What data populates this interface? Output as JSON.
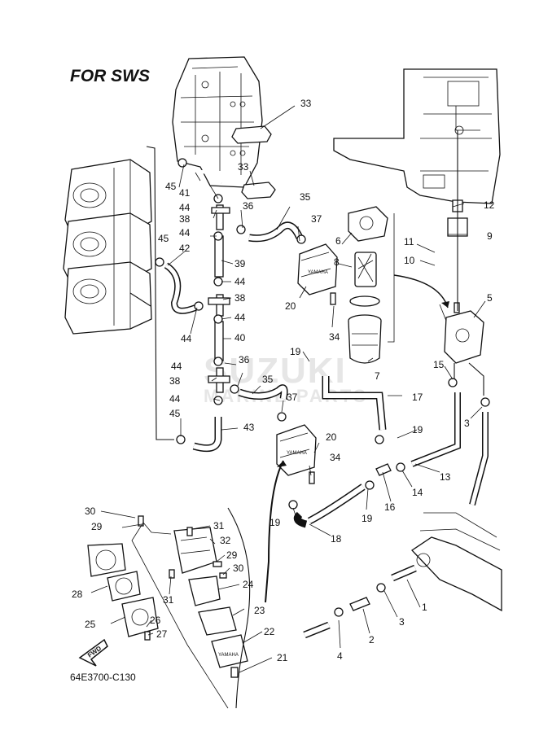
{
  "diagram": {
    "title": "FOR SWS",
    "drawing_code": "64E3700-C130",
    "watermark": {
      "brand": "SUZUKI",
      "subtitle": "MARINE PARTS"
    },
    "fwd_label": "FWD",
    "pump_label": "YAMAHA",
    "callouts": [
      {
        "id": "c33a",
        "text": "33"
      },
      {
        "id": "c33b",
        "text": "33"
      },
      {
        "id": "c45a",
        "text": "45"
      },
      {
        "id": "c41",
        "text": "41"
      },
      {
        "id": "c44a",
        "text": "44"
      },
      {
        "id": "c36a",
        "text": "36"
      },
      {
        "id": "c35a",
        "text": "35"
      },
      {
        "id": "c38a",
        "text": "38"
      },
      {
        "id": "c44b",
        "text": "44"
      },
      {
        "id": "c37a",
        "text": "37"
      },
      {
        "id": "c45b",
        "text": "45"
      },
      {
        "id": "c42",
        "text": "42"
      },
      {
        "id": "c39",
        "text": "39"
      },
      {
        "id": "c44c",
        "text": "44"
      },
      {
        "id": "c38b",
        "text": "38"
      },
      {
        "id": "c44d",
        "text": "44"
      },
      {
        "id": "c20a",
        "text": "20"
      },
      {
        "id": "c44e",
        "text": "44"
      },
      {
        "id": "c40",
        "text": "40"
      },
      {
        "id": "c34a",
        "text": "34"
      },
      {
        "id": "c44f",
        "text": "44"
      },
      {
        "id": "c36b",
        "text": "36"
      },
      {
        "id": "c38c",
        "text": "38"
      },
      {
        "id": "c35b",
        "text": "35"
      },
      {
        "id": "c44g",
        "text": "44"
      },
      {
        "id": "c37b",
        "text": "37"
      },
      {
        "id": "c45c",
        "text": "45"
      },
      {
        "id": "c43",
        "text": "43"
      },
      {
        "id": "c20b",
        "text": "20"
      },
      {
        "id": "c34b",
        "text": "34"
      },
      {
        "id": "c12",
        "text": "12"
      },
      {
        "id": "c6",
        "text": "6"
      },
      {
        "id": "c11",
        "text": "11"
      },
      {
        "id": "c9",
        "text": "9"
      },
      {
        "id": "c8",
        "text": "8"
      },
      {
        "id": "c10",
        "text": "10"
      },
      {
        "id": "c5",
        "text": "5"
      },
      {
        "id": "c19a",
        "text": "19"
      },
      {
        "id": "c7",
        "text": "7"
      },
      {
        "id": "c15",
        "text": "15"
      },
      {
        "id": "c17",
        "text": "17"
      },
      {
        "id": "c3a",
        "text": "3"
      },
      {
        "id": "c19b",
        "text": "19"
      },
      {
        "id": "c13",
        "text": "13"
      },
      {
        "id": "c14",
        "text": "14"
      },
      {
        "id": "c16",
        "text": "16"
      },
      {
        "id": "c19c",
        "text": "19"
      },
      {
        "id": "c19d",
        "text": "19"
      },
      {
        "id": "c18",
        "text": "18"
      },
      {
        "id": "c30a",
        "text": "30"
      },
      {
        "id": "c29a",
        "text": "29"
      },
      {
        "id": "c31a",
        "text": "31"
      },
      {
        "id": "c32",
        "text": "32"
      },
      {
        "id": "c29b",
        "text": "29"
      },
      {
        "id": "c30b",
        "text": "30"
      },
      {
        "id": "c28",
        "text": "28"
      },
      {
        "id": "c31b",
        "text": "31"
      },
      {
        "id": "c24",
        "text": "24"
      },
      {
        "id": "c23",
        "text": "23"
      },
      {
        "id": "c25",
        "text": "25"
      },
      {
        "id": "c26",
        "text": "26"
      },
      {
        "id": "c27",
        "text": "27"
      },
      {
        "id": "c22",
        "text": "22"
      },
      {
        "id": "c21",
        "text": "21"
      },
      {
        "id": "c1",
        "text": "1"
      },
      {
        "id": "c3b",
        "text": "3"
      },
      {
        "id": "c2",
        "text": "2"
      },
      {
        "id": "c4",
        "text": "4"
      }
    ]
  }
}
